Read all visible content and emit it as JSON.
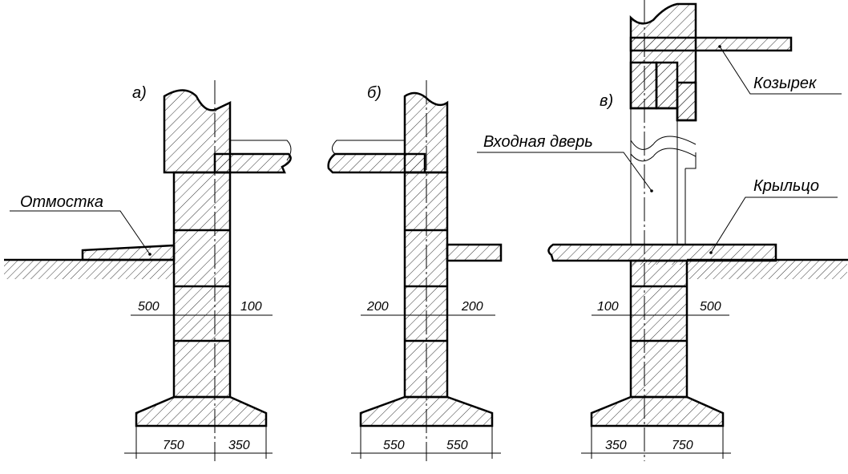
{
  "views": {
    "a": {
      "label": "а)",
      "callout": "Отмостка",
      "dim_left": "500",
      "dim_right": "100",
      "base_left": "750",
      "base_right": "350"
    },
    "b": {
      "label": "б)",
      "dim_left": "200",
      "dim_right": "200",
      "base_left": "550",
      "base_right": "550"
    },
    "c": {
      "label": "в)",
      "callout_canopy": "Козырек",
      "callout_door": "Входная дверь",
      "callout_porch": "Крыльцо",
      "dim_left": "100",
      "dim_right": "500",
      "base_left": "350",
      "base_right": "750"
    }
  }
}
